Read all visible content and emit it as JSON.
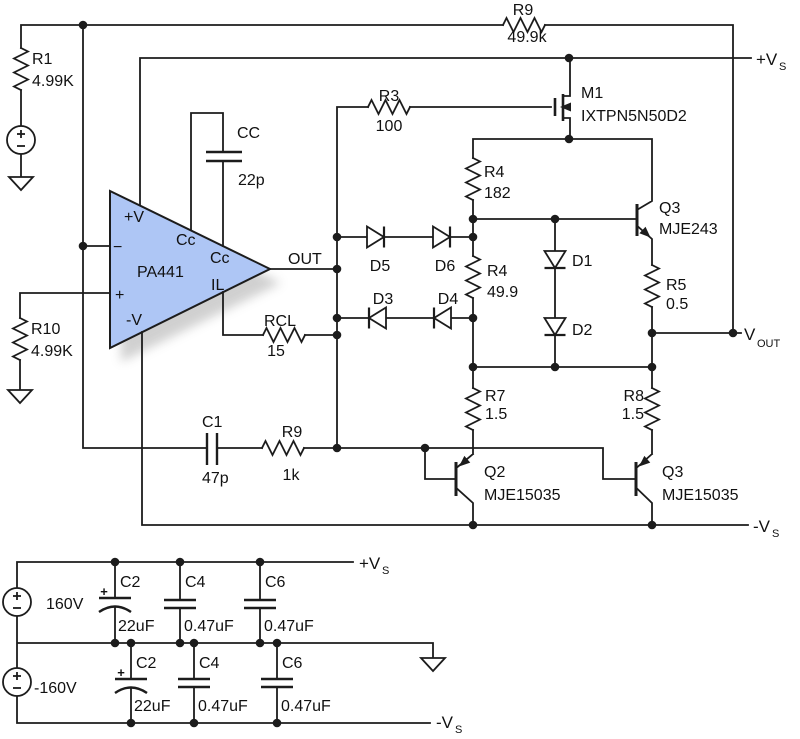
{
  "colors": {
    "wire": "#1c1c1c",
    "text": "#111111",
    "opamp_fill": "#aec6f5",
    "opamp_shadow": "#999999"
  },
  "opamp": {
    "part": "PA441",
    "pin_plus_v": "+V",
    "pin_inverting": "−",
    "pin_noninverting": "+",
    "pin_minus_v": "-V",
    "pin_cc_top": "Cc",
    "pin_cc_mid": "Cc",
    "pin_il": "IL"
  },
  "components": {
    "r1": {
      "ref": "R1",
      "value": "4.99K"
    },
    "r9_feedback": {
      "ref": "R9",
      "value": "49.9k"
    },
    "r3": {
      "ref": "R3",
      "value": "100"
    },
    "cc": {
      "ref": "CC",
      "value": "22p"
    },
    "m1": {
      "ref": "M1",
      "value": "IXTPN5N50D2"
    },
    "r4_upper": {
      "ref": "R4",
      "value": "182"
    },
    "r4_lower": {
      "ref": "R4",
      "value": "49.9"
    },
    "d1": {
      "ref": "D1"
    },
    "d2": {
      "ref": "D2"
    },
    "d3": {
      "ref": "D3"
    },
    "d4": {
      "ref": "D4"
    },
    "d5": {
      "ref": "D5"
    },
    "d6": {
      "ref": "D6"
    },
    "q3_upper": {
      "ref": "Q3",
      "value": "MJE243"
    },
    "r5": {
      "ref": "R5",
      "value": "0.5"
    },
    "rcl": {
      "ref": "RCL",
      "value": "15"
    },
    "r10": {
      "ref": "R10",
      "value": "4.99K"
    },
    "c1": {
      "ref": "C1",
      "value": "47p"
    },
    "r9_comp": {
      "ref": "R9",
      "value": "1k"
    },
    "r7": {
      "ref": "R7",
      "value": "1.5"
    },
    "r8": {
      "ref": "R8",
      "value": "1.5"
    },
    "q2": {
      "ref": "Q2",
      "value": "MJE15035"
    },
    "q3_lower": {
      "ref": "Q3",
      "value": "MJE15035"
    }
  },
  "supply": {
    "v_pos_source": "160V",
    "v_neg_source": "-160V",
    "polarity_mark": "+",
    "c2_pos": {
      "ref": "C2",
      "value": "22uF"
    },
    "c4_pos": {
      "ref": "C4",
      "value": "0.47uF"
    },
    "c6_pos": {
      "ref": "C6",
      "value": "0.47uF"
    },
    "c2_neg": {
      "ref": "C2",
      "value": "22uF"
    },
    "c4_neg": {
      "ref": "C4",
      "value": "0.47uF"
    },
    "c6_neg": {
      "ref": "C6",
      "value": "0.47uF"
    }
  },
  "nets": {
    "out": "OUT",
    "vout": {
      "label": "V",
      "sub": "OUT"
    },
    "vs_plus": {
      "label": "+V",
      "sub": "S"
    },
    "vs_minus": {
      "label": "-V",
      "sub": "S"
    }
  }
}
